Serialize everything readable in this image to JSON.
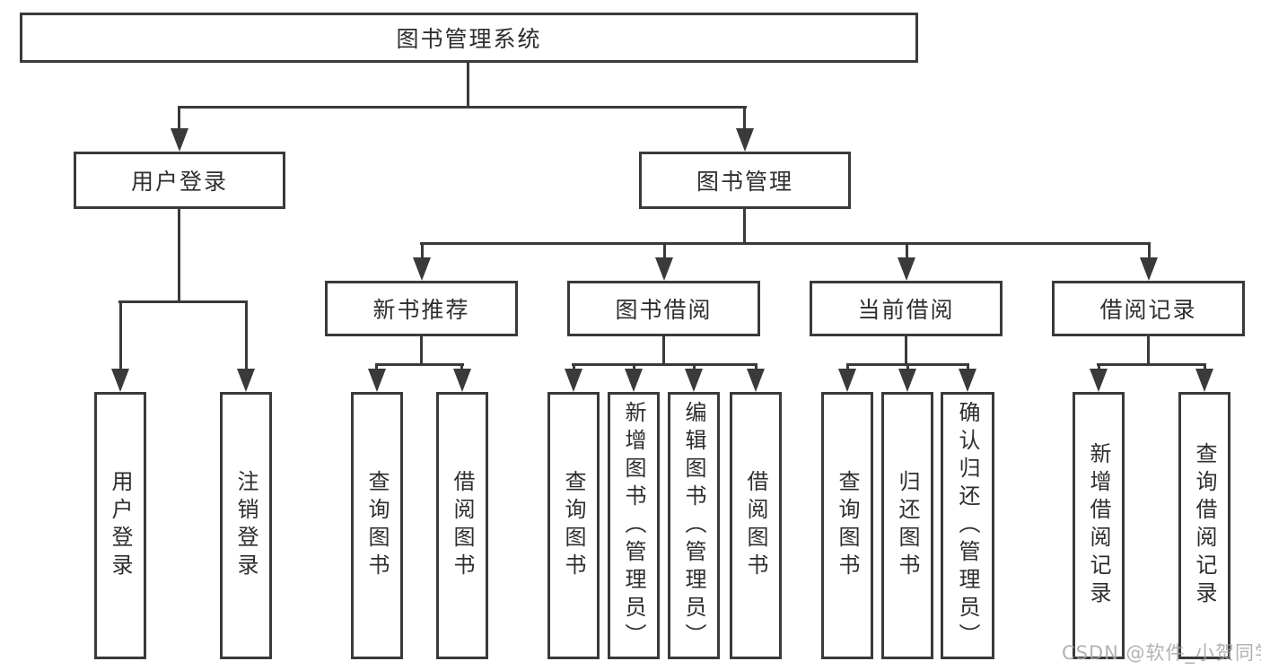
{
  "diagram": {
    "root": {
      "label": "图书管理系统"
    },
    "level2": {
      "user_login": {
        "label": "用户登录"
      },
      "book_management": {
        "label": "图书管理"
      }
    },
    "level3": {
      "new_book_recommend": {
        "label": "新书推荐"
      },
      "book_borrow": {
        "label": "图书借阅"
      },
      "current_borrow": {
        "label": "当前借阅"
      },
      "borrow_records": {
        "label": "借阅记录"
      }
    },
    "leaves": {
      "login": {
        "label": "用户登录"
      },
      "logout": {
        "label": "注销登录"
      },
      "newbooks_query": {
        "label": "查询图书"
      },
      "newbooks_borrow": {
        "label": "借阅图书"
      },
      "borrow_query": {
        "label": "查询图书"
      },
      "borrow_add_admin": {
        "label": "新增图书（管理员）"
      },
      "borrow_edit_admin": {
        "label": "编辑图书（管理员）"
      },
      "borrow_borrow": {
        "label": "借阅图书"
      },
      "current_query": {
        "label": "查询图书"
      },
      "current_return": {
        "label": "归还图书"
      },
      "current_confirm_admin": {
        "label": "确认归还（管理员）"
      },
      "records_add": {
        "label": "新增借阅记录"
      },
      "records_query": {
        "label": "查询借阅记录"
      }
    },
    "colors": {
      "line": "#3a3a3a",
      "text": "#2e2e2e",
      "watermark": "#a4a4a4"
    }
  },
  "watermark": {
    "text": "CSDN @软件_小贺同学"
  }
}
